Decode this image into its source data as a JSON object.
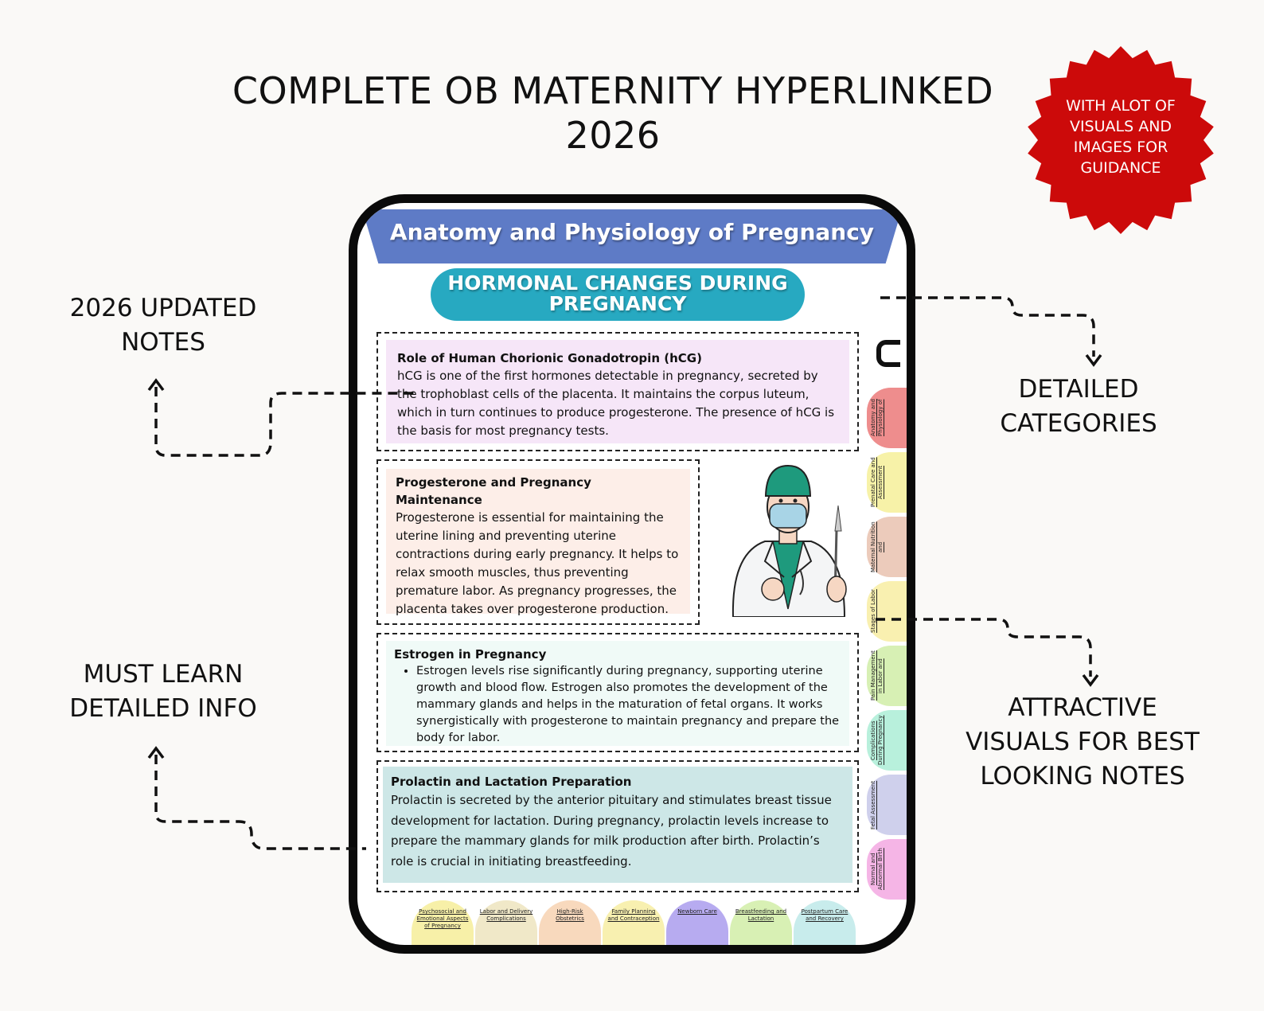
{
  "main_title": {
    "line1": "COMPLETE OB MATERNITY HYPERLINKED",
    "line2": "2026"
  },
  "seal": {
    "color": "#cc0a0a",
    "lines": [
      "WITH ALOT OF",
      "VISUALS AND",
      "IMAGES FOR",
      "GUIDANCE"
    ]
  },
  "callouts": {
    "updated": [
      "2026 UPDATED",
      "NOTES"
    ],
    "learn": [
      "MUST LEARN",
      "DETAILED INFO"
    ],
    "categories": [
      "DETAILED",
      "CATEGORIES"
    ],
    "visuals": [
      "ATTRACTIVE",
      "VISUALS FOR BEST",
      "LOOKING NOTES"
    ]
  },
  "page": {
    "title": "Anatomy and Physiology of Pregnancy",
    "section": [
      "HORMONAL CHANGES DURING",
      "PREGNANCY"
    ],
    "cards": {
      "hcg": {
        "heading": "Role of Human Chorionic Gonadotropin (hCG)",
        "body": "hCG is one of the first hormones detectable in pregnancy, secreted by the trophoblast cells of the placenta. It maintains the corpus luteum, which in turn continues to produce progesterone. The presence of hCG is the basis for most pregnancy tests."
      },
      "progesterone": {
        "heading": "Progesterone and Pregnancy Maintenance",
        "body": "Progesterone is essential for maintaining the uterine lining and preventing uterine contractions during early pregnancy. It helps to relax smooth muscles, thus preventing premature labor. As pregnancy progresses, the placenta takes over progesterone production."
      },
      "estrogen": {
        "heading": "Estrogen in Pregnancy",
        "bullet": "Estrogen levels rise significantly during pregnancy, supporting uterine growth and blood flow. Estrogen also promotes the development of the mammary glands and helps in the maturation of fetal organs. It works synergistically with progesterone to maintain pregnancy and prepare the body for labor."
      },
      "prolactin": {
        "heading": "Prolactin and Lactation Preparation",
        "body": "Prolactin is secreted by the anterior pituitary and stimulates breast tissue development for lactation. During pregnancy, prolactin levels increase to prepare the mammary glands for milk production after birth. Prolactin’s role is crucial in initiating breastfeeding."
      }
    },
    "side_tabs": [
      {
        "label": "Anatomy and Physiology of",
        "color": "#ee8d8d"
      },
      {
        "label": "Prenatal Care and Assessment",
        "color": "#f7f2a8"
      },
      {
        "label": "Maternal Nutrition and",
        "color": "#eccbbb"
      },
      {
        "label": "Stages of Labor",
        "color": "#f9f0b0"
      },
      {
        "label": "Pain Management in Labor and",
        "color": "#d7f0b4"
      },
      {
        "label": "Complications During Pregnancy",
        "color": "#b8f0dc"
      },
      {
        "label": "Fetal Assessment",
        "color": "#cfd0ec"
      },
      {
        "label": "Normal and Abnormal Birth",
        "color": "#f5b5e6"
      }
    ],
    "bottom_tabs": [
      {
        "label": "Psychosocial and Emotional Aspects of Pregnancy",
        "color": "#f7f0a8"
      },
      {
        "label": "Labor and Delivery Complications",
        "color": "#f0e8c8"
      },
      {
        "label": "High-Risk Obstetrics",
        "color": "#f8d9bd"
      },
      {
        "label": "Family Planning and Contraception",
        "color": "#f8f0b0"
      },
      {
        "label": "Newborn Care",
        "color": "#b7abf0"
      },
      {
        "label": "Breastfeeding and Lactation",
        "color": "#d8f0b4"
      },
      {
        "label": "Postpartum Care and Recovery",
        "color": "#c8ecec"
      }
    ]
  },
  "icons": [
    "doctor-illustration",
    "arrow-up-icon",
    "arrow-down-icon",
    "tab-icon"
  ]
}
